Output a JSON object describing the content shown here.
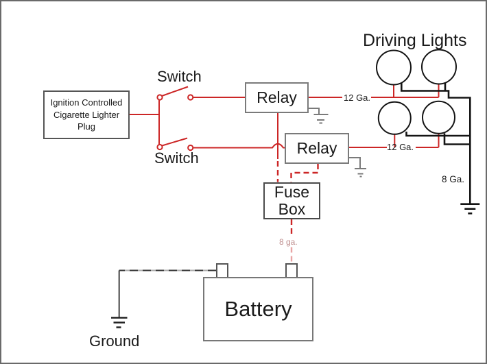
{
  "diagram": {
    "title": "Driving Lights",
    "components": {
      "ignition_plug": {
        "label_lines": [
          "Ignition Controlled",
          "Cigarette Lighter",
          "Plug"
        ]
      },
      "switch_top": {
        "label": "Switch"
      },
      "switch_bottom": {
        "label": "Switch"
      },
      "relay_top": {
        "label": "Relay"
      },
      "relay_bottom": {
        "label": "Relay"
      },
      "fuse_box": {
        "label_lines": [
          "Fuse",
          "Box"
        ]
      },
      "battery": {
        "label": "Battery"
      },
      "ground": {
        "label": "Ground"
      }
    },
    "wire_labels": {
      "top_lights_gauge": "12 Ga.",
      "bottom_lights_gauge": "12 Ga.",
      "ground_gauge": "8 Ga.",
      "battery_gauge": "8 ga."
    },
    "colors": {
      "power_wire": "#cc2626",
      "ground_wire_black": "#141414",
      "ground_wire_gray": "#7a7a7a",
      "faded_wire": "#e8a4a4",
      "faded_label": "#bf8f8f"
    }
  }
}
